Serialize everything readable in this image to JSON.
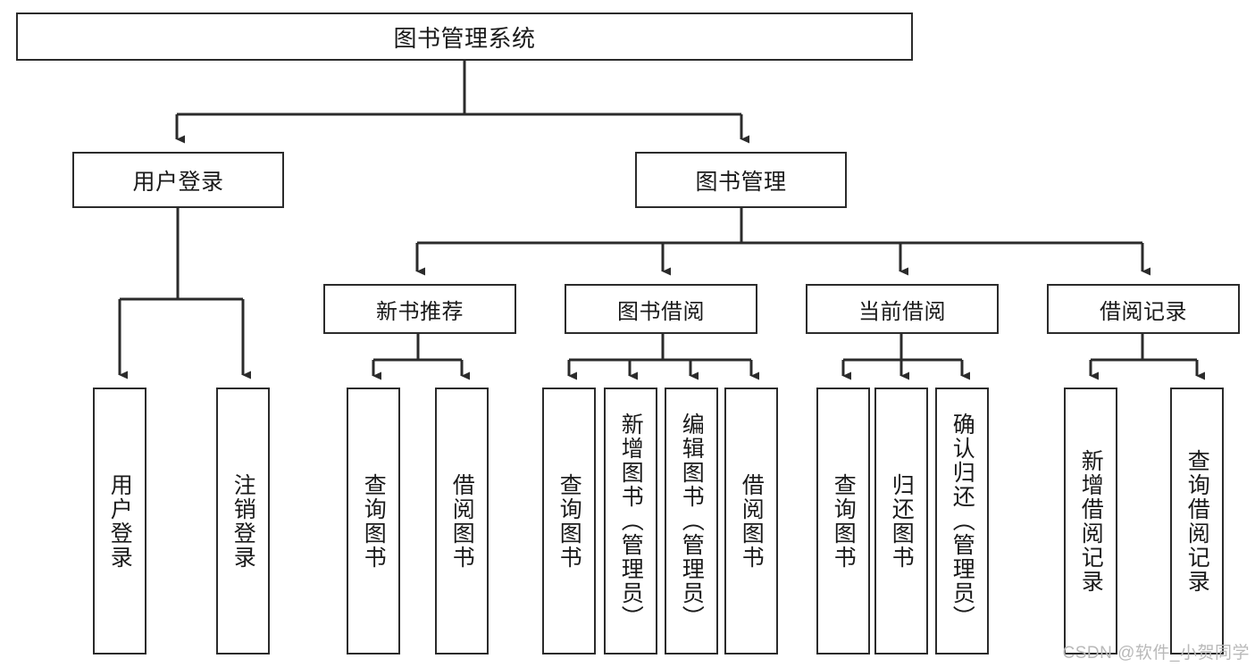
{
  "diagram": {
    "title": "图书管理系统",
    "type": "tree-hierarchy-chart",
    "colors": {
      "line": "#2b2b2b",
      "box_border": "#2b2b2b",
      "box_fill": "#ffffff",
      "text": "#1a1a1a",
      "watermark": "#b9b9b9",
      "background": "#ffffff"
    },
    "root": {
      "label": "图书管理系统"
    },
    "level2": [
      {
        "label": "用户登录"
      },
      {
        "label": "图书管理"
      }
    ],
    "level3": [
      {
        "label": "新书推荐"
      },
      {
        "label": "图书借阅"
      },
      {
        "label": "当前借阅"
      },
      {
        "label": "借阅记录"
      }
    ],
    "leaves": {
      "user_login": [
        {
          "label": "用户登录"
        },
        {
          "label": "注销登录"
        }
      ],
      "new_book_recommend": [
        {
          "label": "查询图书"
        },
        {
          "label": "借阅图书"
        }
      ],
      "book_borrow": [
        {
          "label": "查询图书"
        },
        {
          "label": "新增图书（管理员）"
        },
        {
          "label": "编辑图书（管理员）"
        },
        {
          "label": "借阅图书"
        }
      ],
      "current_borrow": [
        {
          "label": "查询图书"
        },
        {
          "label": "归还图书"
        },
        {
          "label": "确认归还（管理员）"
        }
      ],
      "borrow_record": [
        {
          "label": "新增借阅记录"
        },
        {
          "label": "查询借阅记录"
        }
      ]
    }
  },
  "watermark": {
    "text": "CSDN @软件_小贺同学"
  }
}
